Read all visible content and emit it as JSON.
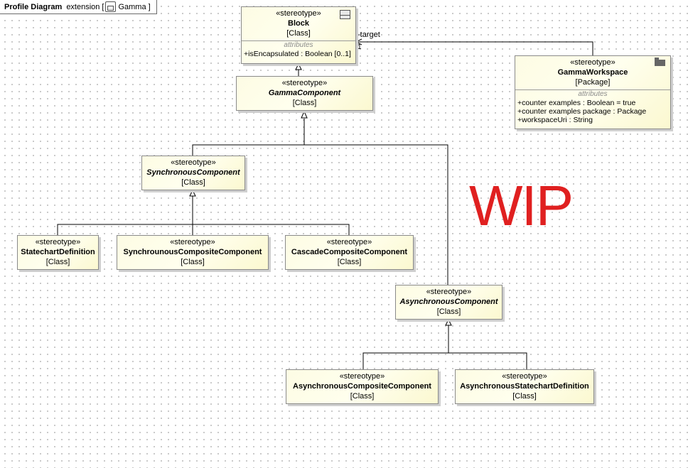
{
  "frame": {
    "title": "Profile Diagram",
    "name": "extension",
    "package": "Gamma",
    "open_bracket": "[",
    "close_bracket": "]"
  },
  "watermark": "WIP",
  "association": {
    "role": "-target",
    "multiplicity": "1"
  },
  "classes": {
    "block": {
      "stereotype": "«stereotype»",
      "name": "Block",
      "kind": "[Class]",
      "attributes_header": "attributes",
      "attributes": [
        "+isEncapsulated : Boolean [0..1]"
      ],
      "icon": "block-icon"
    },
    "gamma_component": {
      "stereotype": "«stereotype»",
      "name": "GammaComponent",
      "kind": "[Class]"
    },
    "gamma_workspace": {
      "stereotype": "«stereotype»",
      "name": "GammaWorkspace",
      "kind": "[Package]",
      "attributes_header": "attributes",
      "attributes": [
        "+counter examples : Boolean = true",
        "+counter examples package : Package",
        "+workspaceUri : String"
      ],
      "icon": "package-icon"
    },
    "synchronous_component": {
      "stereotype": "«stereotype»",
      "name": "SynchronousComponent",
      "kind": "[Class]"
    },
    "statechart_definition": {
      "stereotype": "«stereotype»",
      "name": "StatechartDefinition",
      "kind": "[Class]"
    },
    "synchronous_composite_component": {
      "stereotype": "«stereotype»",
      "name": "SynchrounousCompositeComponent",
      "kind": "[Class]"
    },
    "cascade_composite_component": {
      "stereotype": "«stereotype»",
      "name": "CascadeCompositeComponent",
      "kind": "[Class]"
    },
    "asynchronous_component": {
      "stereotype": "«stereotype»",
      "name": "AsynchronousComponent",
      "kind": "[Class]"
    },
    "asynchronous_composite_component": {
      "stereotype": "«stereotype»",
      "name": "AsynchronousCompositeComponent",
      "kind": "[Class]"
    },
    "asynchronous_statechart_definition": {
      "stereotype": "«stereotype»",
      "name": "AsynchronousStatechartDefinition",
      "kind": "[Class]"
    }
  },
  "colors": {
    "class_fill": "#fdfce4",
    "border": "#8a8a8a",
    "watermark": "#e02020"
  }
}
